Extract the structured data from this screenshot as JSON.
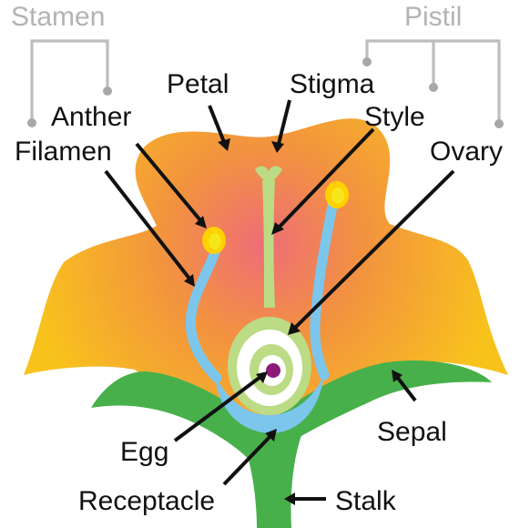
{
  "groups": {
    "stamen": "Stamen",
    "pistil": "Pistil"
  },
  "labels": {
    "petal": "Petal",
    "stigma": "Stigma",
    "anther": "Anther",
    "style": "Style",
    "filamen": "Filamen",
    "ovary": "Ovary",
    "egg": "Egg",
    "sepal": "Sepal",
    "receptacle": "Receptacle",
    "stalk": "Stalk"
  },
  "colors": {
    "petal_outer": "#f8c21c",
    "petal_mid": "#f2933f",
    "petal_center": "#ee6d78",
    "sepal": "#47b04b",
    "filament": "#7cc6ec",
    "pistil": "#bcdb85",
    "anther": "#f5e61c",
    "anther_ring": "#ffd100",
    "egg": "#8e1a78",
    "bracket": "#bdbdbd"
  }
}
